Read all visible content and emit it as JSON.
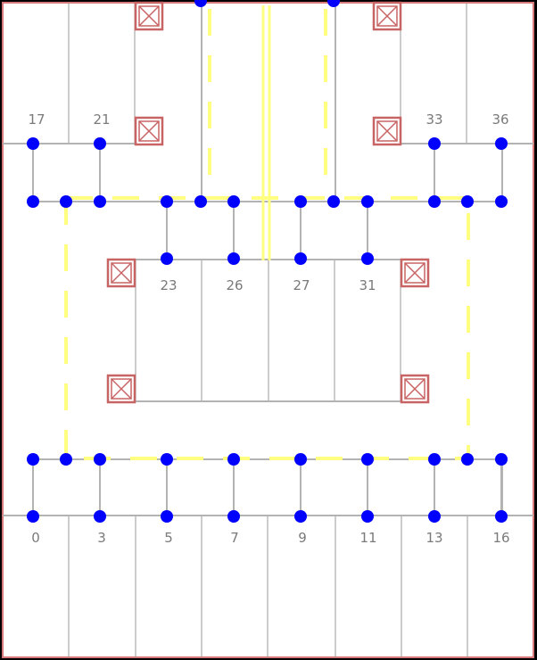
{
  "diagram": {
    "colors": {
      "background": "#000000",
      "floor": "#ffffff",
      "border": "#d87878",
      "wall": "#b3b3b3",
      "stall_line": "#9a9a9a",
      "lane_marking": "#ffff80",
      "node": "#0000ff",
      "obstacle": "#c86464",
      "label": "#7a7a7a"
    },
    "spot_labels": [
      "0",
      "3",
      "5",
      "7",
      "9",
      "11",
      "13",
      "16",
      "17",
      "21",
      "23",
      "26",
      "27",
      "31",
      "33",
      "36"
    ],
    "obstacle_count": 8
  }
}
